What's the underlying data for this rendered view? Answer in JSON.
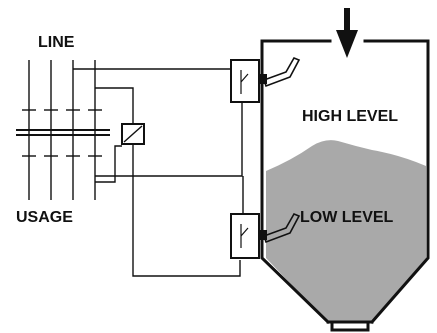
{
  "labels": {
    "line": "LINE",
    "usage": "USAGE",
    "high_level": "HIGH LEVEL",
    "low_level": "LOW LEVEL"
  },
  "colors": {
    "ink": "#111111",
    "material": "#a9a9a9",
    "background": "#ffffff"
  },
  "icons": {
    "inflow": "down-arrow-icon",
    "relay": "relay-coil-icon",
    "level_switch": "paddle-level-switch-icon"
  }
}
